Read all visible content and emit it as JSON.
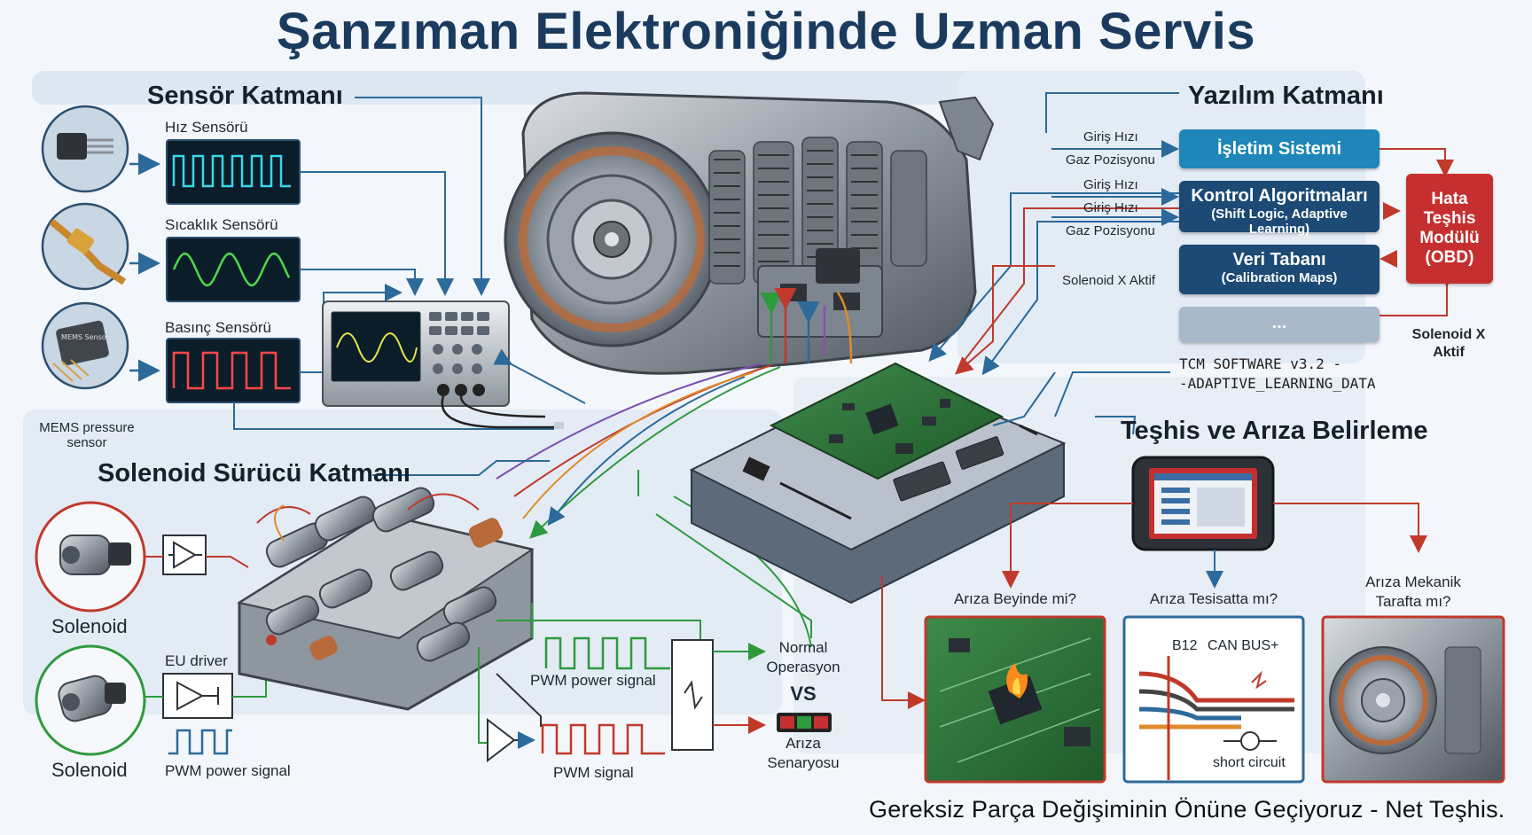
{
  "title": "Şanzıman Elektroniğinde Uzman Servis",
  "sensor_layer": {
    "heading": "Sensör Katmanı",
    "sensors": [
      {
        "label": "Hız Sensörü",
        "icon": "speed-sensor-icon",
        "wave_color": "#3ad6e8"
      },
      {
        "label": "Sıcaklık Sensörü",
        "icon": "temperature-sensor-icon",
        "wave_color": "#4cd94c"
      },
      {
        "label": "Basınç Sensörü",
        "icon": "pressure-sensor-icon",
        "wave_color": "#ff4848"
      }
    ],
    "mems_caption": "MEMS pressure\nsensor",
    "mems_chip_text": "MEMS Sensor"
  },
  "software_layer": {
    "heading": "Yazılım Katmanı",
    "inputs": [
      "Giriş Hızı",
      "Gaz Pozisyonu",
      "Giriş Hızı",
      "Giriş Hızı",
      "Gaz Pozisyonu",
      "Solenoid X Aktif"
    ],
    "blocks": [
      {
        "main": "İşletim Sistemi",
        "sub": ""
      },
      {
        "main": "Kontrol Algoritmaları",
        "sub": "(Shift Logic, Adaptive Learning)"
      },
      {
        "main": "Veri Tabanı",
        "sub": "(Calibration Maps)"
      },
      {
        "main": "...",
        "sub": ""
      }
    ],
    "error_module": "Hata\nTeşhis\nModülü\n(OBD)",
    "error_output": "Solenoid X\nAktif",
    "code_text": "TCM SOFTWARE v3.2 -\n-ADAPTIVE_LEARNING_DATA"
  },
  "solenoid_layer": {
    "heading": "Solenoid Sürücü Katmanı",
    "solenoid_top_label": "Solenoid",
    "solenoid_bottom_label": "Solenoid",
    "driver_label": "EU driver",
    "pwm_left": "PWM power signal",
    "pwm_power": "PWM power signal",
    "pwm_signal": "PWM signal",
    "normal": "Normal\nOperasyon",
    "vs": "VS",
    "fault": "Arıza\nSenaryosu"
  },
  "diagnosis": {
    "heading": "Teşhis ve Arıza Belirleme",
    "questions": [
      "Arıza Beyinde mi?",
      "Arıza Tesisatta mı?",
      "Arıza Mekanik\nTarafta mı?"
    ],
    "wiring_labels": {
      "b12": "B12",
      "can": "CAN BUS+",
      "short": "short circuit"
    }
  },
  "footer": "Gereksiz Parça Değişiminin Önüne Geçiyoruz - Net Teşhis.",
  "colors": {
    "title": "#1a3b5d",
    "sw_blue": "#1e86b8",
    "sw_dark": "#1c4a74",
    "sw_red": "#c62f2f",
    "arrow_blue": "#2b6a9a",
    "arrow_red": "#c0392b",
    "arrow_green": "#2e9a3e"
  }
}
